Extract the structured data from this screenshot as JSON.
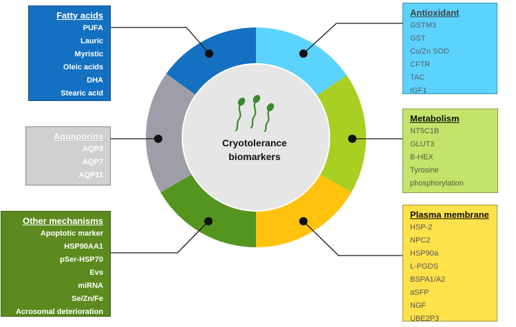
{
  "center": {
    "title_line1": "Cryotolerance",
    "title_line2": "biomarkers",
    "icon": "sperm-cells-icon"
  },
  "colors": {
    "fatty_acids": "#1470c0",
    "antioxidant": "#5cd3ff",
    "metabolism": "#a8cf21",
    "plasma_membrane": "#ffc20e",
    "other_mechanisms": "#53951f",
    "aquaporins": "#9d9ea8",
    "center_circle": "#e6e6e6",
    "sperm_icon": "#3a8a2a"
  },
  "fatty_acids": {
    "title": "Fatty acids",
    "items": [
      "PUFA",
      "Lauric",
      "Myristic",
      "Oleic acids",
      "DHA",
      "Stearic acid"
    ]
  },
  "aquaporins": {
    "title": "Aquaporins",
    "items": [
      "AQP3",
      "AQP7",
      "AQP11"
    ]
  },
  "other_mechanisms": {
    "title": "Other mechanisms",
    "items": [
      "Apoptotic marker",
      "HSP90AA1",
      "pSer-HSP70",
      "Evs",
      "miRNA",
      "Se/Zn/Fe",
      "Acrosomal deterioration"
    ]
  },
  "antioxidant": {
    "title": "Antioxidant",
    "items": [
      "GSTM3",
      "GST",
      "Cu/Zn SOD",
      "CFTR",
      "TAC",
      "IGF1"
    ]
  },
  "metabolism": {
    "title": "Metabolism",
    "items": [
      "NT5C1B",
      "GLUT3",
      "B-HEX",
      "Tyrosine phosphorylation"
    ]
  },
  "plasma_membrane": {
    "title": "Plasma membrane",
    "items": [
      "HSP-2",
      "NPC2",
      "HSP90a",
      "L-PGDS",
      "BSPA1/A2",
      "aSFP",
      "NGF",
      "UBE2P3"
    ]
  }
}
